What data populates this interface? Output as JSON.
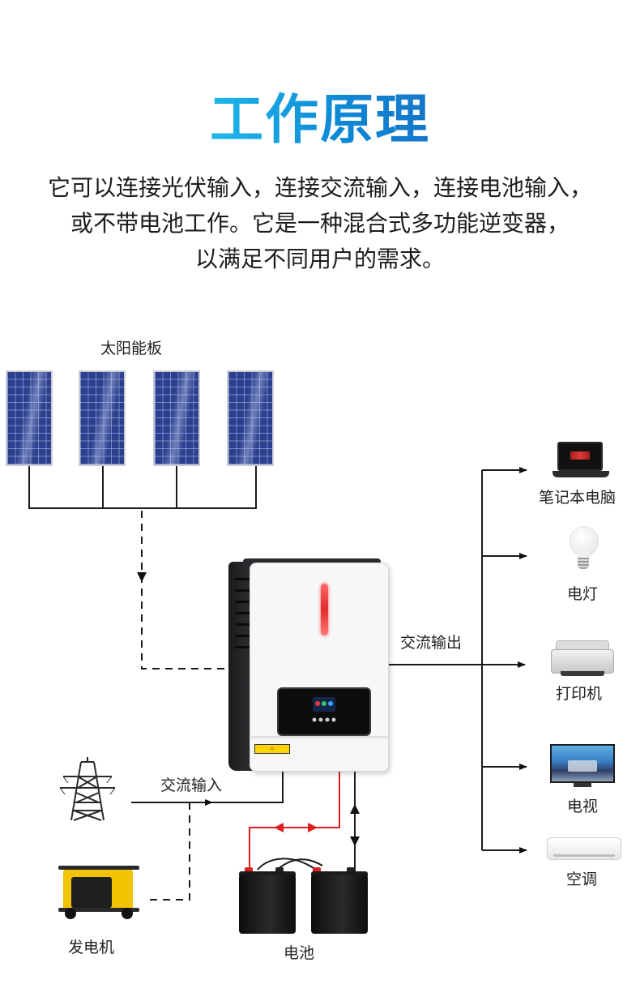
{
  "header": {
    "title": "工作原理",
    "description_lines": [
      "它可以连接光伏输入，连接交流输入，连接电池输入，",
      "或不带电池工作。它是一种混合式多功能逆变器，",
      "以满足不同用户的需求。"
    ]
  },
  "diagram": {
    "solar_panels_label": "太阳能板",
    "ac_output_label": "交流输出",
    "ac_input_label": "交流输入",
    "generator_label": "发电机",
    "battery_label": "电池",
    "loads": [
      {
        "label": "笔记本电脑",
        "icon": "laptop-icon"
      },
      {
        "label": "电灯",
        "icon": "light-bulb-icon"
      },
      {
        "label": "打印机",
        "icon": "printer-icon"
      },
      {
        "label": "电视",
        "icon": "tv-icon"
      },
      {
        "label": "空调",
        "icon": "air-conditioner-icon"
      }
    ],
    "colors": {
      "title_gradient": [
        "#1fb8ea",
        "#1676c8"
      ],
      "battery_wire": "#e02020",
      "line": "#1a1a1a",
      "led": "#e02b2b"
    }
  }
}
